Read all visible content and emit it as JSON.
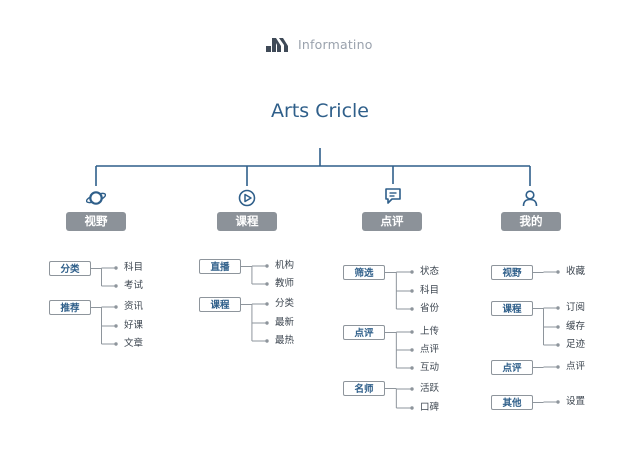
{
  "logo": {
    "text": "Informatino"
  },
  "title": "Arts Cricle",
  "colors": {
    "line": "#2f5f8a",
    "branch": "#8e959c",
    "category_bg": "#8c9299"
  },
  "columns": [
    {
      "label": "视野",
      "icon": "planet-icon",
      "groups": [
        {
          "label": "分类",
          "items": [
            "科目",
            "考试"
          ]
        },
        {
          "label": "推荐",
          "items": [
            "资讯",
            "好课",
            "文章"
          ]
        }
      ]
    },
    {
      "label": "课程",
      "icon": "play-circle-icon",
      "groups": [
        {
          "label": "直播",
          "items": [
            "机构",
            "教师"
          ]
        },
        {
          "label": "课程",
          "items": [
            "分类",
            "最新",
            "最热"
          ]
        }
      ]
    },
    {
      "label": "点评",
      "icon": "chat-bubble-icon",
      "groups": [
        {
          "label": "筛选",
          "items": [
            "状态",
            "科目",
            "省份"
          ]
        },
        {
          "label": "点评",
          "items": [
            "上传",
            "点评",
            "互动"
          ]
        },
        {
          "label": "名师",
          "items": [
            "活跃",
            "口碑"
          ]
        }
      ]
    },
    {
      "label": "我的",
      "icon": "user-icon",
      "groups": [
        {
          "label": "视野",
          "items": [
            "收藏"
          ]
        },
        {
          "label": "课程",
          "items": [
            "订阅",
            "缓存",
            "足迹"
          ]
        },
        {
          "label": "点评",
          "items": [
            "点评"
          ]
        },
        {
          "label": "其他",
          "items": [
            "设置"
          ]
        }
      ]
    }
  ]
}
